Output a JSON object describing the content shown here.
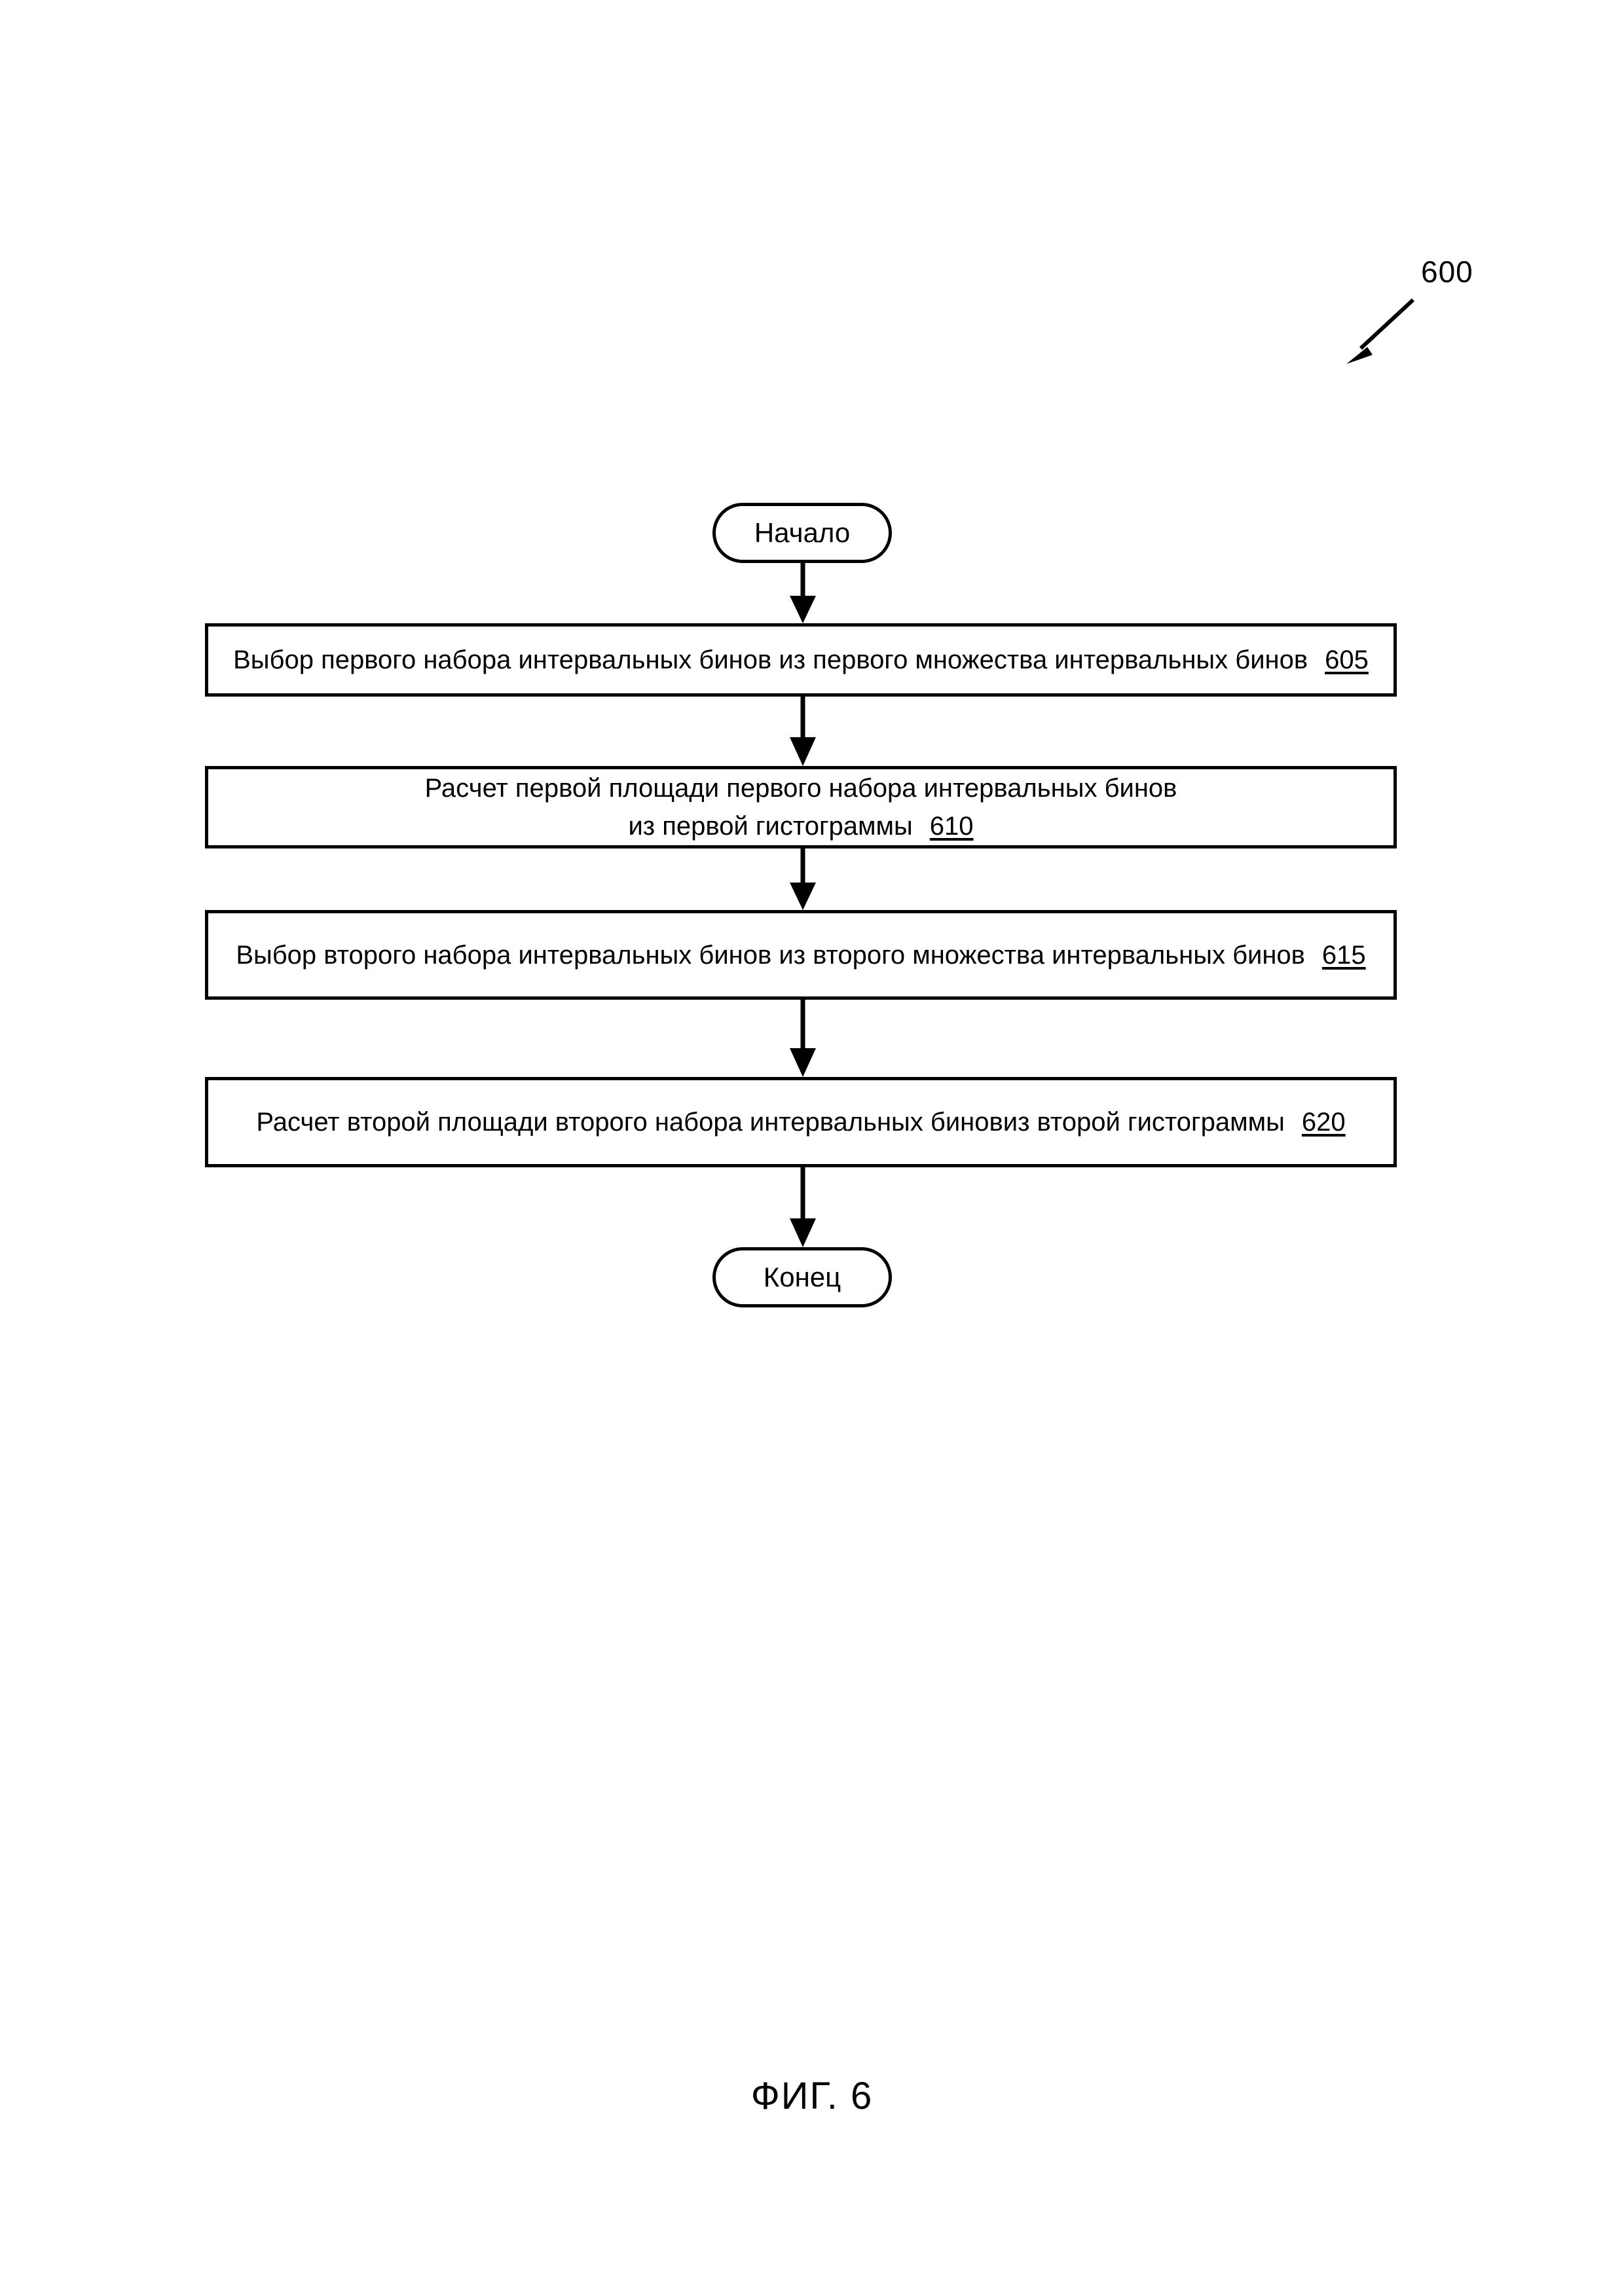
{
  "figure": {
    "reference_numeral": "600",
    "caption": "ФИГ. 6"
  },
  "flowchart": {
    "start": {
      "label": "Начало"
    },
    "end": {
      "label": "Конец"
    },
    "steps": [
      {
        "id": "605",
        "lines": [
          "Выбор первого набора интервальных бинов из первого множества интервальных бинов"
        ],
        "ref": "605"
      },
      {
        "id": "610",
        "lines": [
          "Расчет первой площади первого набора интервальных бинов",
          "из первой гистограммы"
        ],
        "ref": "610"
      },
      {
        "id": "615",
        "lines": [
          "Выбор второго набора интервальных бинов из второго множества интервальных бинов"
        ],
        "ref": "615"
      },
      {
        "id": "620",
        "lines": [
          "Расчет второй площади второго набора интервальных биновиз второй гистограммы"
        ],
        "ref": "620"
      }
    ]
  },
  "colors": {
    "ink": "#000000",
    "paper": "#ffffff"
  }
}
